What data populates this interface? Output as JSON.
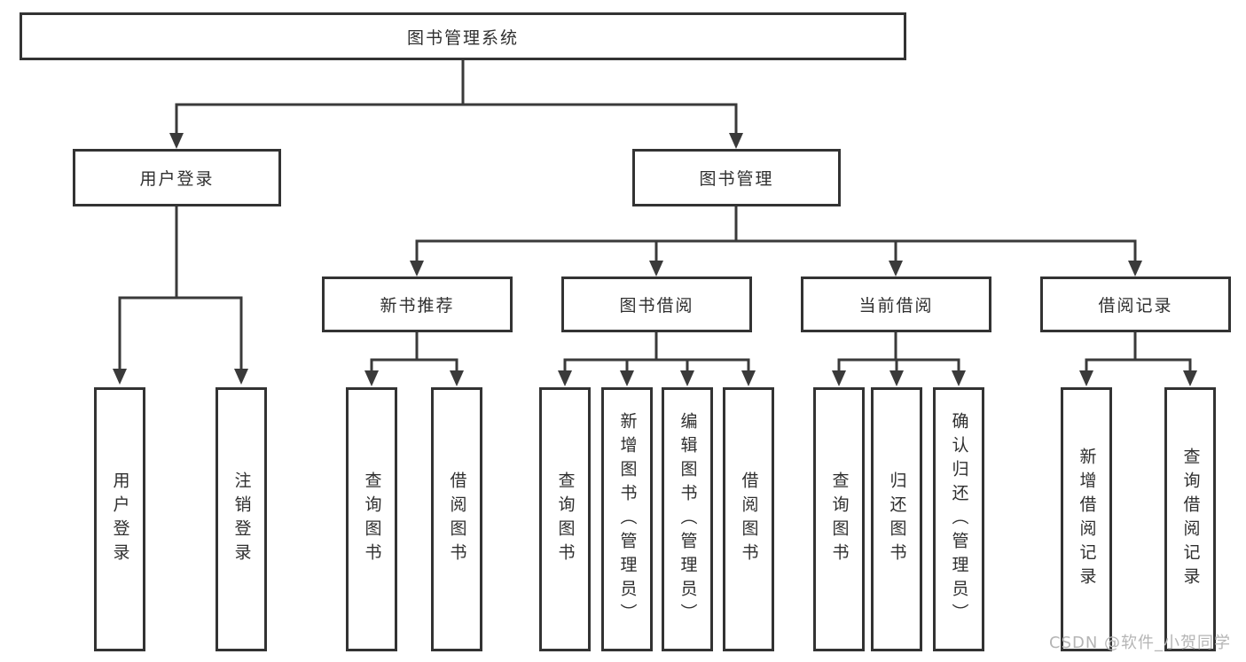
{
  "colors": {
    "line": "#3a3a3a",
    "box_border": "#333333",
    "text": "#2f2f2f",
    "watermark": "#b5b5b5",
    "background": "#ffffff"
  },
  "watermark": {
    "text": "CSDN @软件_小贺同学"
  },
  "diagram": {
    "title": "图书管理系统",
    "branches": [
      {
        "label": "用户登录",
        "children": [
          {
            "label": "用户登录"
          },
          {
            "label": "注销登录"
          }
        ]
      },
      {
        "label": "图书管理",
        "children": [
          {
            "label": "新书推荐",
            "children": [
              {
                "label": "查询图书"
              },
              {
                "label": "借阅图书"
              }
            ]
          },
          {
            "label": "图书借阅",
            "children": [
              {
                "label": "查询图书"
              },
              {
                "label": "新增图书（管理员）"
              },
              {
                "label": "编辑图书（管理员）"
              },
              {
                "label": "借阅图书"
              }
            ]
          },
          {
            "label": "当前借阅",
            "children": [
              {
                "label": "查询图书"
              },
              {
                "label": "归还图书"
              },
              {
                "label": "确认归还（管理员）"
              }
            ]
          },
          {
            "label": "借阅记录",
            "children": [
              {
                "label": "新增借阅记录"
              },
              {
                "label": "查询借阅记录"
              }
            ]
          }
        ]
      }
    ]
  }
}
